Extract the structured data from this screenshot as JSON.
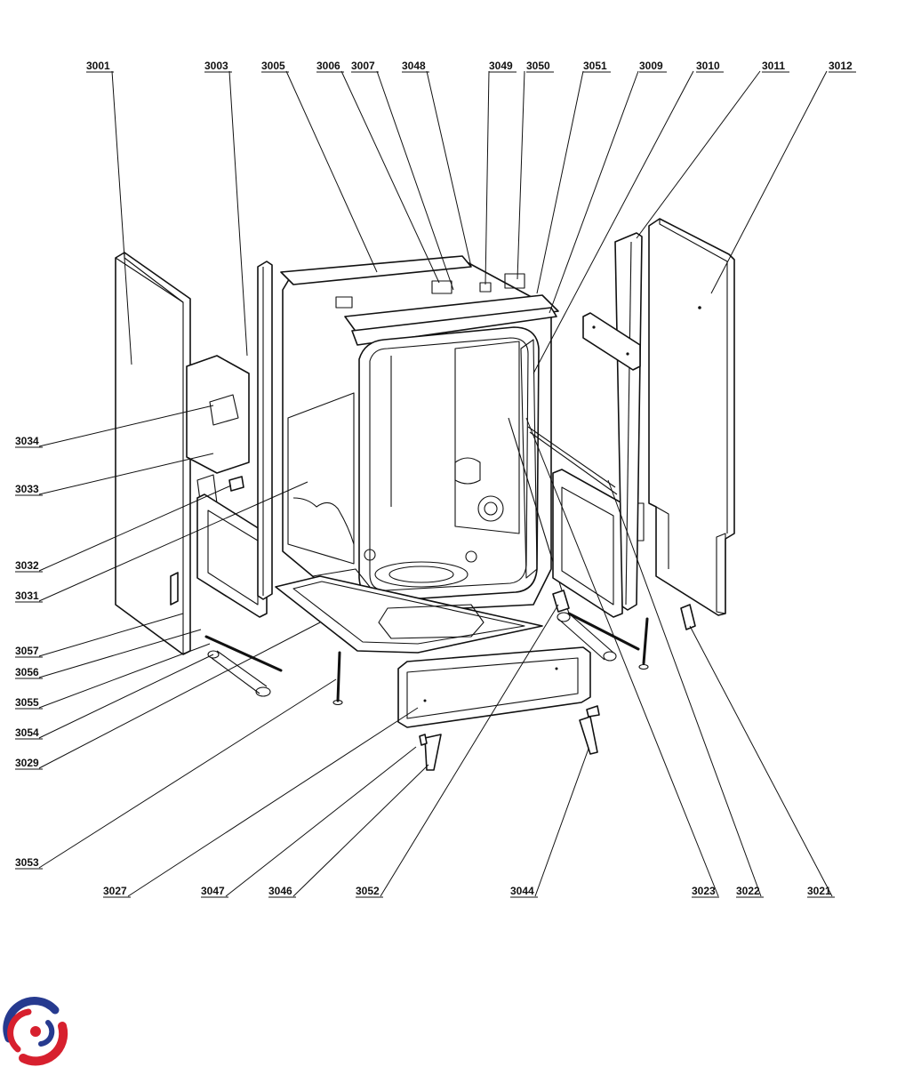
{
  "diagram": {
    "labels": [
      {
        "id": "3001",
        "text": "3001"
      },
      {
        "id": "3003",
        "text": "3003"
      },
      {
        "id": "3005",
        "text": "3005"
      },
      {
        "id": "3006",
        "text": "3006"
      },
      {
        "id": "3007",
        "text": "3007"
      },
      {
        "id": "3048",
        "text": "3048"
      },
      {
        "id": "3049",
        "text": "3049"
      },
      {
        "id": "3050",
        "text": "3050"
      },
      {
        "id": "3051",
        "text": "3051"
      },
      {
        "id": "3009",
        "text": "3009"
      },
      {
        "id": "3010",
        "text": "3010"
      },
      {
        "id": "3011",
        "text": "3011"
      },
      {
        "id": "3012",
        "text": "3012"
      },
      {
        "id": "3034",
        "text": "3034"
      },
      {
        "id": "3033",
        "text": "3033"
      },
      {
        "id": "3032",
        "text": "3032"
      },
      {
        "id": "3031",
        "text": "3031"
      },
      {
        "id": "3057",
        "text": "3057"
      },
      {
        "id": "3056",
        "text": "3056"
      },
      {
        "id": "3055",
        "text": "3055"
      },
      {
        "id": "3054",
        "text": "3054"
      },
      {
        "id": "3029",
        "text": "3029"
      },
      {
        "id": "3053",
        "text": "3053"
      },
      {
        "id": "3027",
        "text": "3027"
      },
      {
        "id": "3047",
        "text": "3047"
      },
      {
        "id": "3046",
        "text": "3046"
      },
      {
        "id": "3052",
        "text": "3052"
      },
      {
        "id": "3044",
        "text": "3044"
      },
      {
        "id": "3023",
        "text": "3023"
      },
      {
        "id": "3022",
        "text": "3022"
      },
      {
        "id": "3021",
        "text": "3021"
      }
    ]
  },
  "colors": {
    "ink": "#111111",
    "logo_red": "#d7202e",
    "logo_blue": "#263a8f"
  },
  "logo": {
    "icon": "brand-swirl-icon"
  }
}
